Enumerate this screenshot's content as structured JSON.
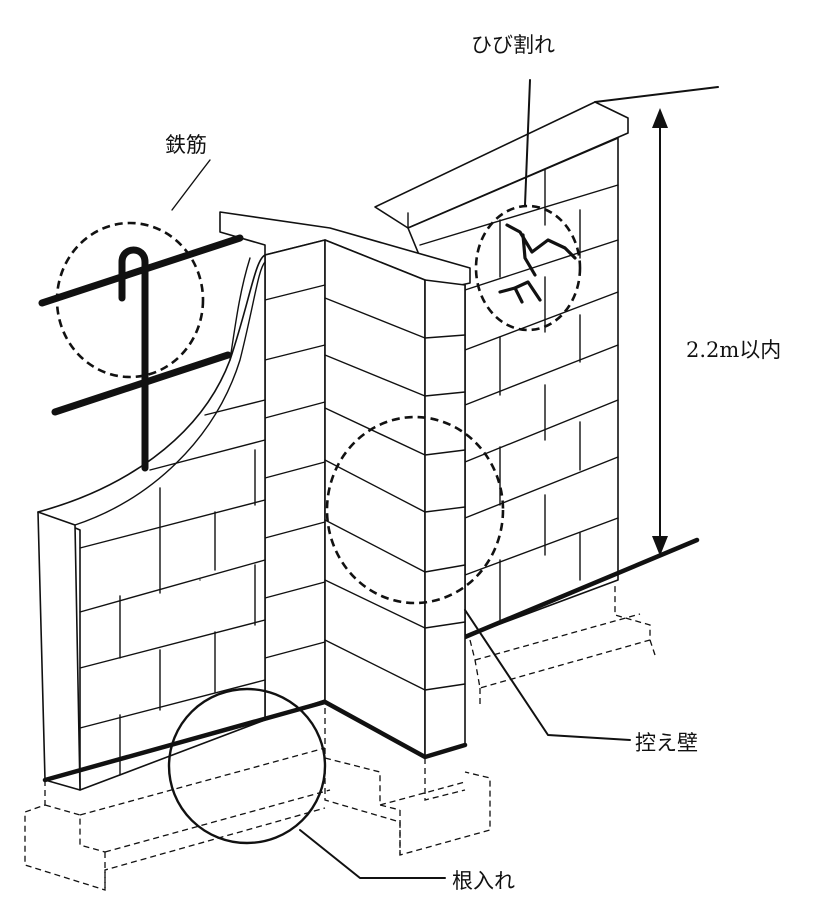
{
  "diagram": {
    "labels": {
      "rebar": "鉄筋",
      "crack": "ひび割れ",
      "height_limit": "2.2m以内",
      "buttress": "控え壁",
      "embedment": "根入れ"
    }
  }
}
